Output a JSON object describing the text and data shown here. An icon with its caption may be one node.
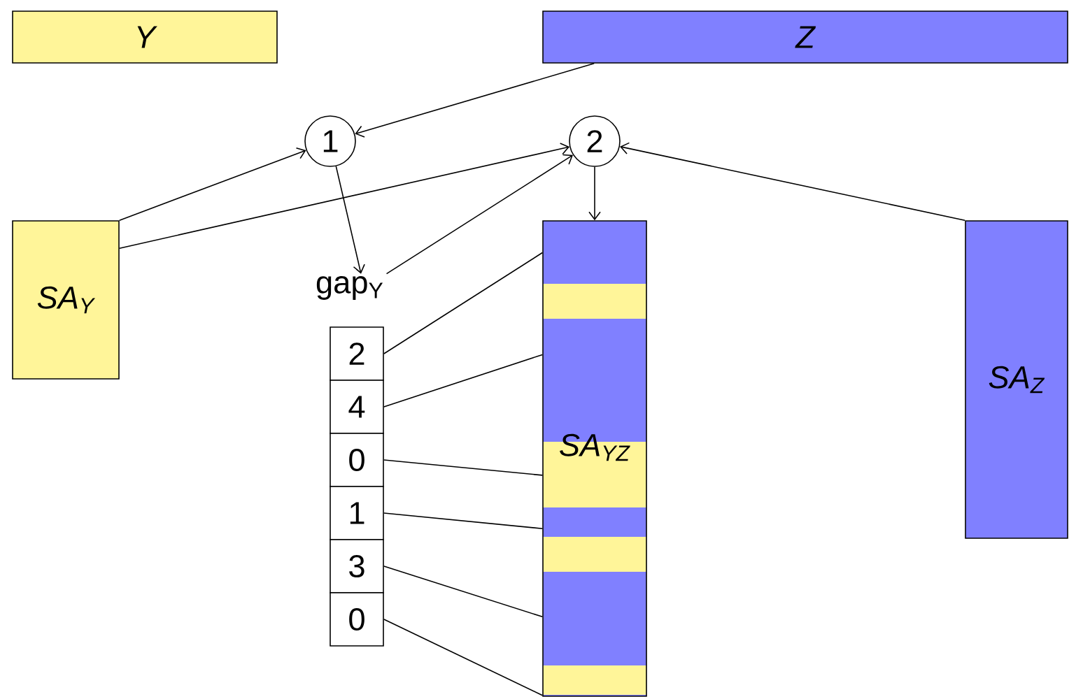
{
  "diagram": {
    "nodes": [
      {
        "text": [
          "Y"
        ]
      },
      {
        "text": [
          "Z"
        ]
      },
      {
        "text": [
          "1"
        ]
      },
      {
        "text": [
          "2"
        ]
      },
      {
        "text": [
          "SA$_{Y}$"
        ]
      },
      {
        "text": [
          "gap$_{Y}$"
        ]
      },
      {
        "text": [
          "2"
        ]
      },
      {
        "text": [
          "4"
        ]
      },
      {
        "text": [
          "0"
        ]
      },
      {
        "text": [
          "1"
        ]
      },
      {
        "text": [
          "3"
        ]
      },
      {
        "text": [
          "0"
        ]
      },
      {
        "text": [
          "SA$_{YZ}$"
        ]
      },
      {
        "text": [
          "SA$_{Z}$"
        ]
      }
    ],
    "edges": [
      {
        "from": 1,
        "to": 2,
        "arrow": "to"
      },
      {
        "from": 4,
        "to": 2,
        "arrow": "to"
      },
      {
        "from": 4,
        "to": 3,
        "arrow": "to"
      },
      {
        "from": 2,
        "to": 5,
        "arrow": "to"
      },
      {
        "from": 5,
        "to": 3,
        "arrow": "to"
      },
      {
        "from": 3,
        "to": 12,
        "arrow": "to"
      },
      {
        "from": 13,
        "to": 3,
        "arrow": "to"
      },
      {
        "from": 6,
        "to": 12,
        "arrow": "none"
      },
      {
        "from": 7,
        "to": 12,
        "arrow": "none"
      },
      {
        "from": 8,
        "to": 12,
        "arrow": "none"
      },
      {
        "from": 9,
        "to": 12,
        "arrow": "none"
      },
      {
        "from": 10,
        "to": 12,
        "arrow": "none"
      },
      {
        "from": 11,
        "to": 12,
        "arrow": "none"
      }
    ]
  }
}
